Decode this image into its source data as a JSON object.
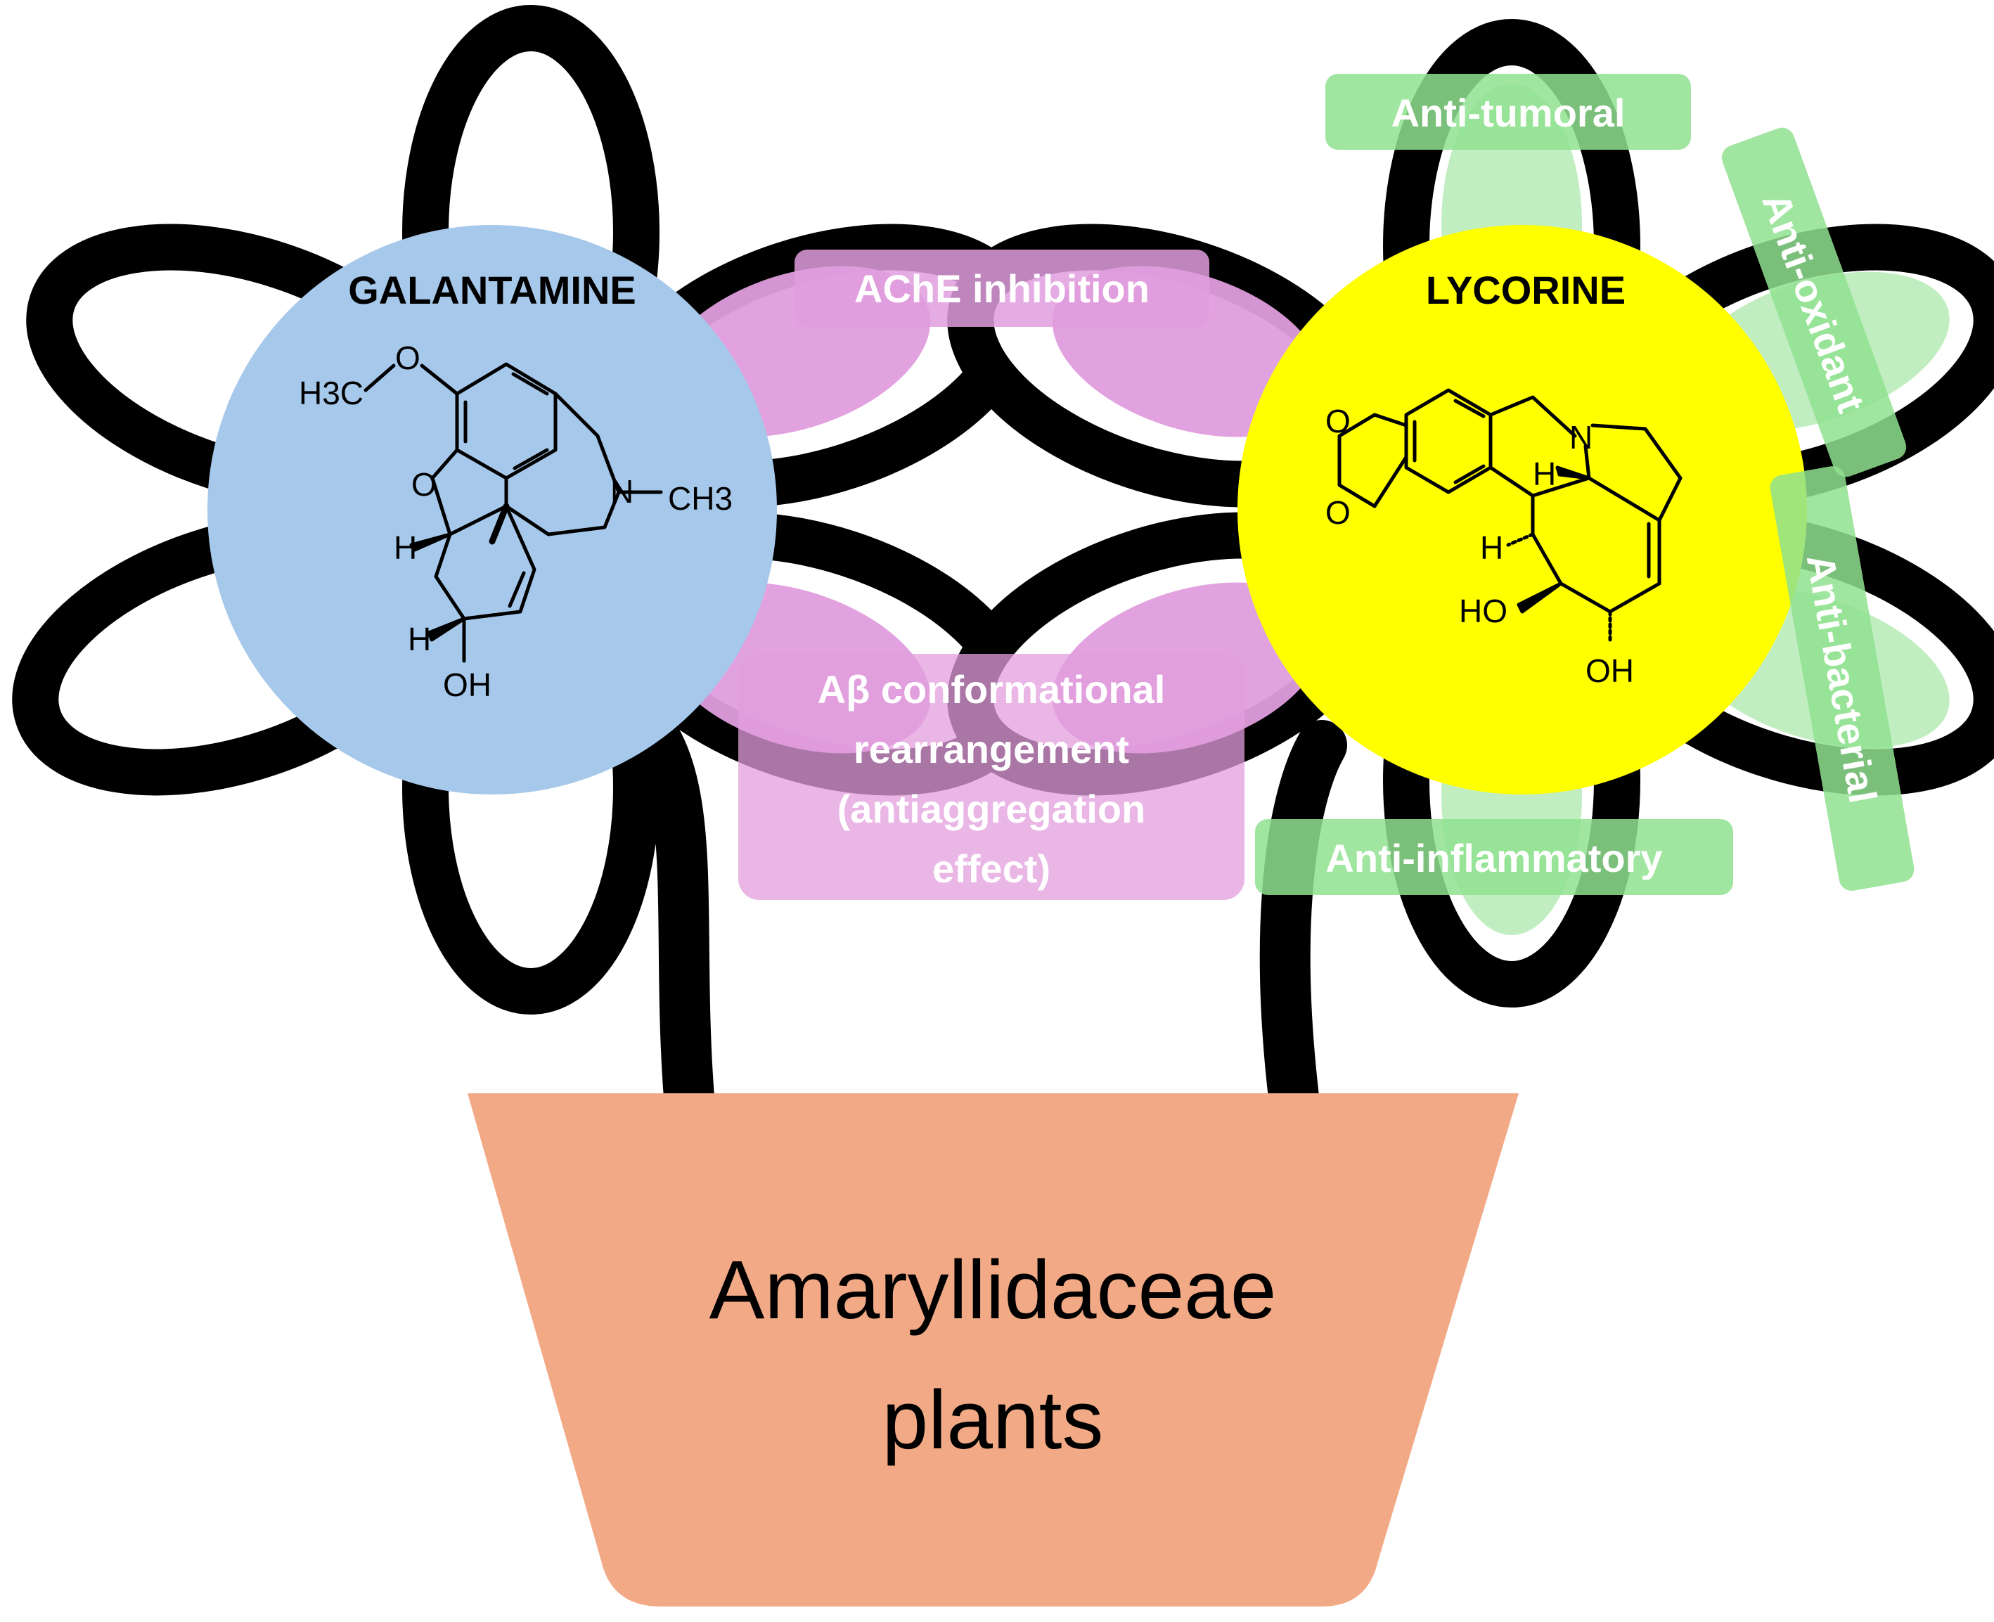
{
  "compounds": {
    "galantamine": {
      "name": "GALANTAMINE",
      "color": "#a6c8ea",
      "atoms": {
        "methoxy": "H3C",
        "oxygen_methoxy": "O",
        "oxygen_ring": "O",
        "nitrogen": "N",
        "methyl": "CH3",
        "h_upper": "H",
        "h_lower": "H",
        "hydroxyl": "OH"
      }
    },
    "lycorine": {
      "name": "LYCORINE",
      "color": "#ffff00",
      "atoms": {
        "o_top": "O",
        "o_bottom": "O",
        "nitrogen": "N",
        "h_top": "H",
        "h_mid": "H",
        "ho": "HO",
        "oh": "OH"
      }
    }
  },
  "shared_effects": {
    "color": "#e19ede",
    "ache": "AChE inhibition",
    "abeta": [
      "Aβ conformational",
      "rearrangement",
      "(antiaggregation",
      "effect)"
    ]
  },
  "lycorine_effects": {
    "color": "#8fe08f",
    "anti_tumoral": "Anti-tumoral",
    "anti_oxidant": "Anti-oxidant",
    "anti_bacterial": "Anti-bacterial",
    "anti_inflammatory": "Anti-inflammatory"
  },
  "pot": {
    "color": "#f2a985",
    "line1": "Amaryllidaceae",
    "line2": "plants"
  }
}
